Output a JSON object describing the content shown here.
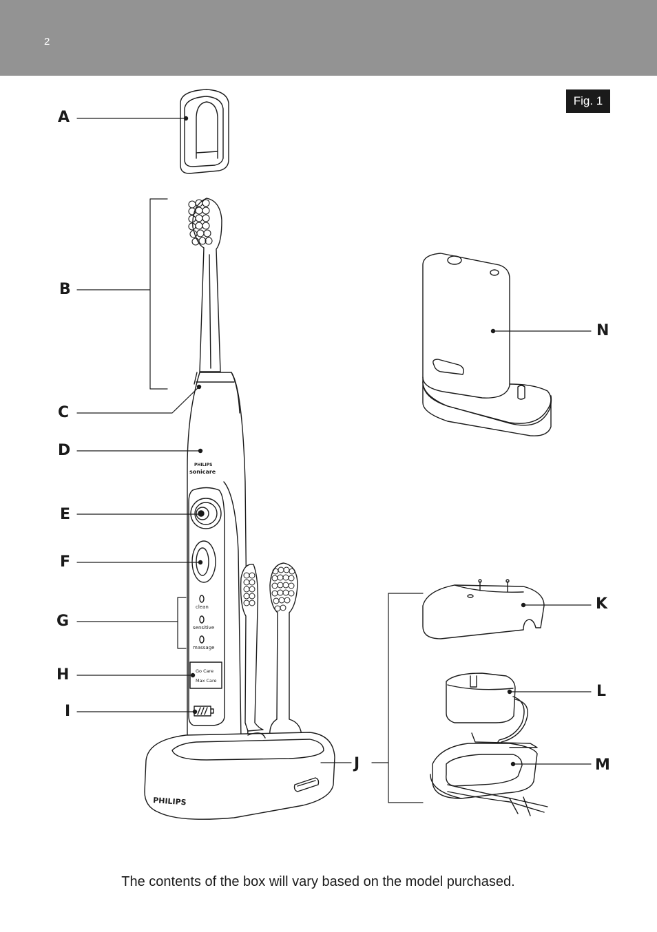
{
  "header": {
    "page_number": "2"
  },
  "figure": {
    "label": "Fig. 1",
    "parts": [
      "A",
      "B",
      "C",
      "D",
      "E",
      "F",
      "G",
      "H",
      "I",
      "J",
      "K",
      "L",
      "M",
      "N"
    ],
    "handle_logo": {
      "brand": "PHILIPS",
      "product": "sonicare"
    },
    "modes": [
      "clean",
      "sensitive",
      "massage"
    ],
    "care_options": [
      "Go Care",
      "Max Care"
    ],
    "base_logo": "PHILIPS"
  },
  "caption": "The contents of the box will vary based on the model purchased."
}
